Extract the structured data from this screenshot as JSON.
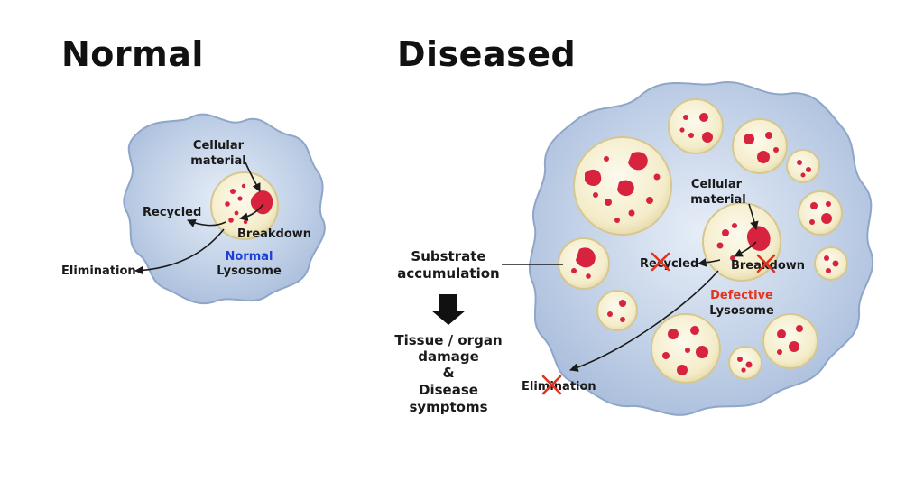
{
  "titles": {
    "normal": "Normal",
    "diseased": "Diseased"
  },
  "normal_cell": {
    "cellular_material": [
      "Cellular",
      "material"
    ],
    "recycled": "Recycled",
    "breakdown": "Breakdown",
    "elimination": "Elimination",
    "lysosome_status": "Normal",
    "lysosome_label": "Lysosome"
  },
  "diseased_cell": {
    "cellular_material": [
      "Cellular",
      "material"
    ],
    "recycled": "Recycled",
    "breakdown": "Breakdown",
    "elimination": "Elimination",
    "lysosome_status": "Defective",
    "lysosome_label": "Lysosome"
  },
  "pathway": {
    "substrate": [
      "Substrate",
      "accumulation"
    ],
    "outcome": [
      "Tissue / organ",
      "damage",
      "&",
      "Disease",
      "symptoms"
    ]
  },
  "colors": {
    "cytoplasm": "#b9c9e0",
    "cytoplasm_edge": "#8fa6c8",
    "lysosome_fill": "#f7f0d4",
    "lysosome_edge": "#d9cc9c",
    "substrate": "#d8233f",
    "normal_status": "#1f3fd6",
    "defective_status": "#e0341f",
    "cross": "#e0341f"
  }
}
